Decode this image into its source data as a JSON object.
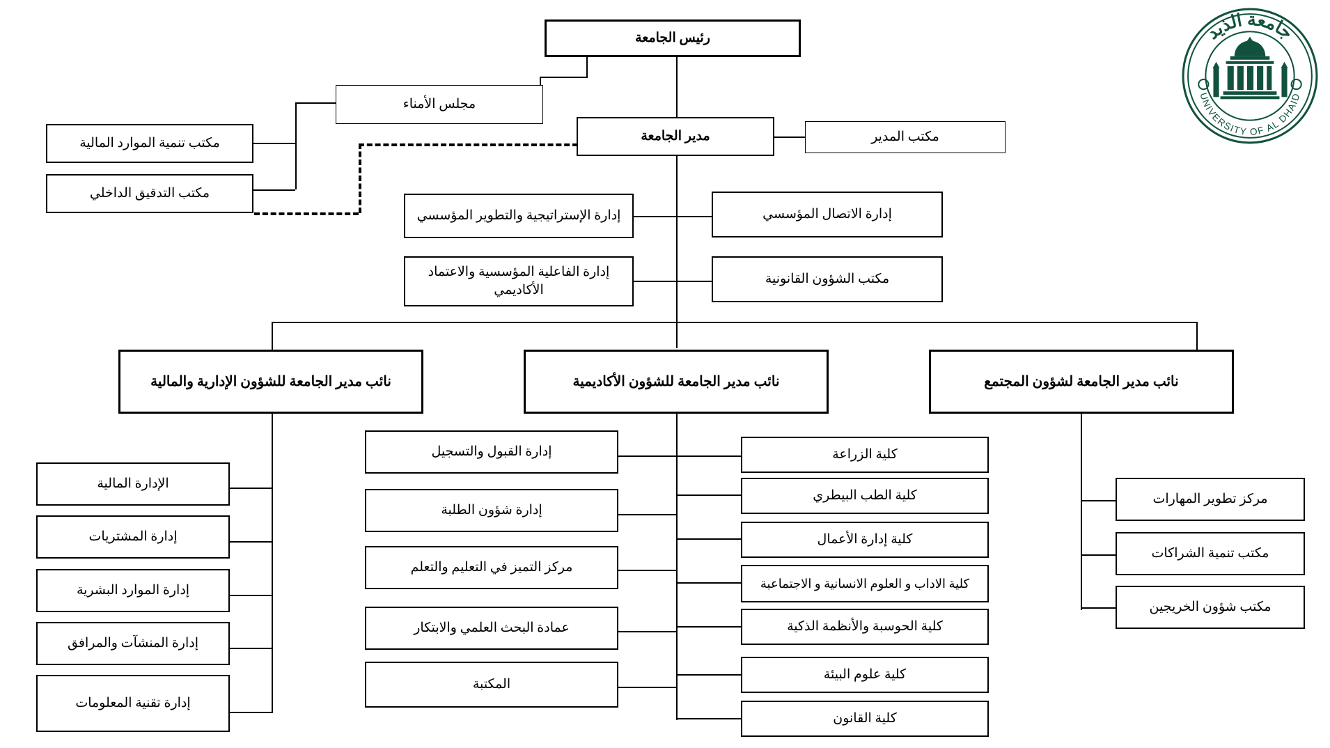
{
  "meta": {
    "title": "الهيكل التنظيمي - جامعة الذيد",
    "colors": {
      "line": "#000000",
      "box_border": "#000000",
      "background": "#ffffff",
      "logo_green": "#11523f"
    }
  },
  "logo": {
    "name": "university-of-al-dhaid-logo",
    "arabic_text": "جامعة الذيد",
    "english_text": "UNIVERSITY OF AL DHAID"
  },
  "nodes": {
    "president": {
      "label": "رئيس الجامعة"
    },
    "board_of_trustees": {
      "label": "مجلس الأمناء"
    },
    "financial_resources_office": {
      "label": "مكتب تنمية الموارد المالية"
    },
    "internal_audit_office": {
      "label": "مكتب التدقيق الداخلي"
    },
    "university_director": {
      "label": "مدير الجامعة"
    },
    "director_office": {
      "label": "مكتب المدير"
    },
    "strategy_office": {
      "label": "إدارة الإستراتيجية والتطوير المؤسسي"
    },
    "corporate_communication": {
      "label": "إدارة الاتصال المؤسسي"
    },
    "institutional_effectiveness": {
      "label": "إدارة الفاعلية المؤسسية والاعتماد الأكاديمي"
    },
    "legal_affairs": {
      "label": "مكتب الشؤون القانونية"
    },
    "vp_admin_finance": {
      "label": "نائب مدير الجامعة للشؤون الإدارية والمالية"
    },
    "vp_academic": {
      "label": "نائب مدير الجامعة للشؤون الأكاديمية"
    },
    "vp_community": {
      "label": "نائب مدير الجامعة لشؤون المجتمع"
    }
  },
  "branches": {
    "admin_finance_units": [
      {
        "label": "الإدارة المالية"
      },
      {
        "label": "إدارة المشتريات"
      },
      {
        "label": "إدارة الموارد البشرية"
      },
      {
        "label": "إدارة المنشآت والمرافق"
      },
      {
        "label": "إدارة تقنية المعلومات"
      }
    ],
    "academic_support_units": [
      {
        "label": "إدارة القبول والتسجيل"
      },
      {
        "label": "إدارة شؤون الطلبة"
      },
      {
        "label": "مركز التميز في التعليم والتعلم"
      },
      {
        "label": "عمادة البحث العلمي والابتكار"
      },
      {
        "label": "المكتبة"
      }
    ],
    "colleges": [
      {
        "label": "كلية الزراعة"
      },
      {
        "label": "كلية الطب البيطري"
      },
      {
        "label": "كلية إدارة الأعمال"
      },
      {
        "label": "كلية الاداب و العلوم الانسانية و الاجتماعبة"
      },
      {
        "label": "كلية الحوسبة والأنظمة الذكية"
      },
      {
        "label": "كلية علوم البيئة"
      },
      {
        "label": "كلية القانون"
      }
    ],
    "community_units": [
      {
        "label": "مركز تطوير المهارات"
      },
      {
        "label": "مكتب تنمية الشراكات"
      },
      {
        "label": "مكتب شؤون الخريجين"
      }
    ]
  }
}
